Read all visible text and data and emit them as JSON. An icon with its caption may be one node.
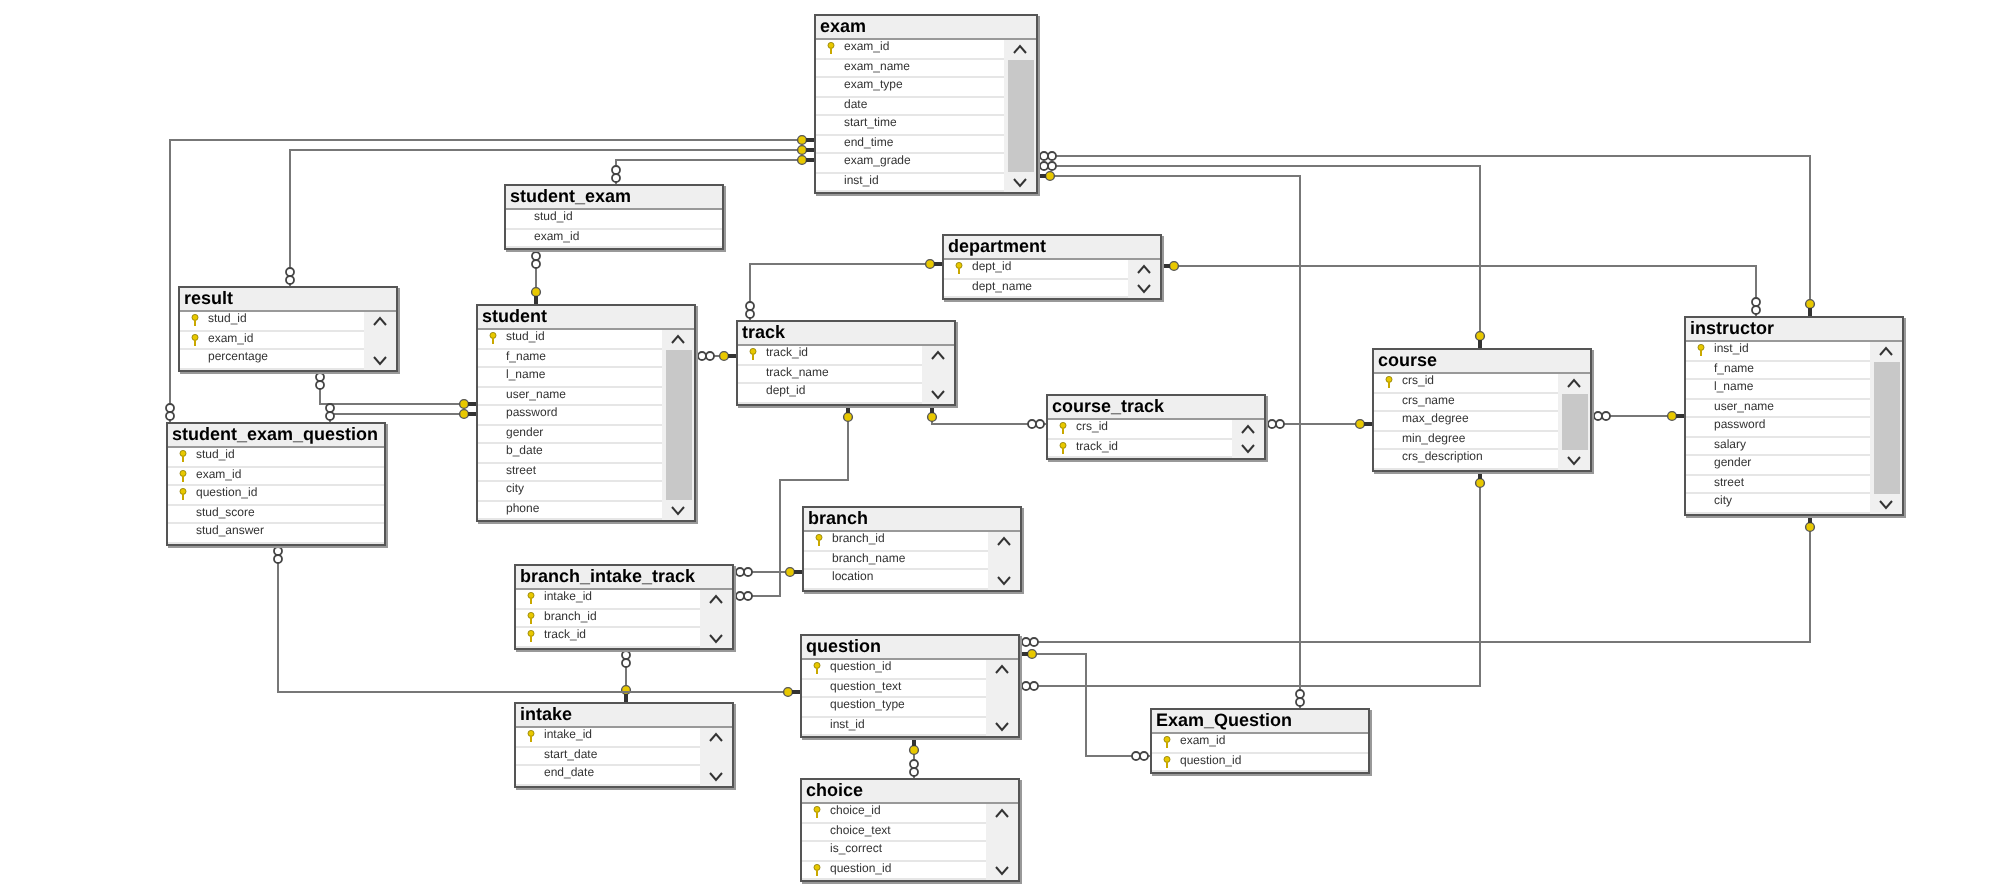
{
  "diagram": {
    "nodes": [
      {
        "text": [
          "exam",
          "exam_id",
          "exam_name",
          "exam_type",
          "date",
          "start_time",
          "end_time",
          "exam_grade",
          "inst_id"
        ]
      },
      {
        "text": [
          "student_exam",
          "stud_id",
          "exam_id"
        ]
      },
      {
        "text": [
          "department",
          "dept_id",
          "dept_name"
        ]
      },
      {
        "text": [
          "result",
          "stud_id",
          "exam_id",
          "percentage"
        ]
      },
      {
        "text": [
          "student",
          "stud_id",
          "f_name",
          "l_name",
          "user_name",
          "password",
          "gender",
          "b_date",
          "street",
          "city",
          "phone"
        ]
      },
      {
        "text": [
          "track",
          "track_id",
          "track_name",
          "dept_id"
        ]
      },
      {
        "text": [
          "course",
          "crs_id",
          "crs_name",
          "max_degree",
          "min_degree",
          "crs_description"
        ]
      },
      {
        "text": [
          "instructor",
          "inst_id",
          "f_name",
          "l_name",
          "user_name",
          "password",
          "salary",
          "gender",
          "street",
          "city"
        ]
      },
      {
        "text": [
          "student_exam_question",
          "stud_id",
          "exam_id",
          "question_id",
          "stud_score",
          "stud_answer"
        ]
      },
      {
        "text": [
          "course_track",
          "crs_id",
          "track_id"
        ]
      },
      {
        "text": [
          "branch",
          "branch_id",
          "branch_name",
          "location"
        ]
      },
      {
        "text": [
          "branch_intake_track",
          "intake_id",
          "branch_id",
          "track_id"
        ]
      },
      {
        "text": [
          "question",
          "question_id",
          "question_text",
          "question_type",
          "inst_id"
        ]
      },
      {
        "text": [
          "intake",
          "intake_id",
          "start_date",
          "end_date"
        ]
      },
      {
        "text": [
          "Exam_Question",
          "exam_id",
          "question_id"
        ]
      },
      {
        "text": [
          "choice",
          "choice_id",
          "choice_text",
          "is_correct",
          "question_id"
        ]
      }
    ],
    "edges": [
      {
        "from": 1,
        "to": 4,
        "arrow": "other"
      },
      {
        "from": 1,
        "to": 0,
        "arrow": "other"
      },
      {
        "from": 3,
        "to": 0,
        "arrow": "other"
      },
      {
        "from": 8,
        "to": 0,
        "arrow": "other"
      },
      {
        "from": 3,
        "to": 4,
        "arrow": "other"
      },
      {
        "from": 8,
        "to": 4,
        "arrow": "other"
      },
      {
        "from": 4,
        "to": 5,
        "arrow": "other"
      },
      {
        "from": 5,
        "to": 2,
        "arrow": "other"
      },
      {
        "from": 9,
        "to": 5,
        "arrow": "other"
      },
      {
        "from": 9,
        "to": 6,
        "arrow": "other"
      },
      {
        "from": 7,
        "to": 2,
        "arrow": "other"
      },
      {
        "from": 0,
        "to": 7,
        "arrow": "other"
      },
      {
        "from": 0,
        "to": 6,
        "arrow": "other"
      },
      {
        "from": 14,
        "to": 0,
        "arrow": "other"
      },
      {
        "from": 6,
        "to": 7,
        "arrow": "other"
      },
      {
        "from": 11,
        "to": 10,
        "arrow": "other"
      },
      {
        "from": 11,
        "to": 5,
        "arrow": "other"
      },
      {
        "from": 11,
        "to": 13,
        "arrow": "other"
      },
      {
        "from": 8,
        "to": 12,
        "arrow": "other"
      },
      {
        "from": 12,
        "to": 6,
        "arrow": "other"
      },
      {
        "from": 12,
        "to": 7,
        "arrow": "other"
      },
      {
        "from": 14,
        "to": 12,
        "arrow": "other"
      },
      {
        "from": 15,
        "to": 12,
        "arrow": "other"
      }
    ]
  }
}
